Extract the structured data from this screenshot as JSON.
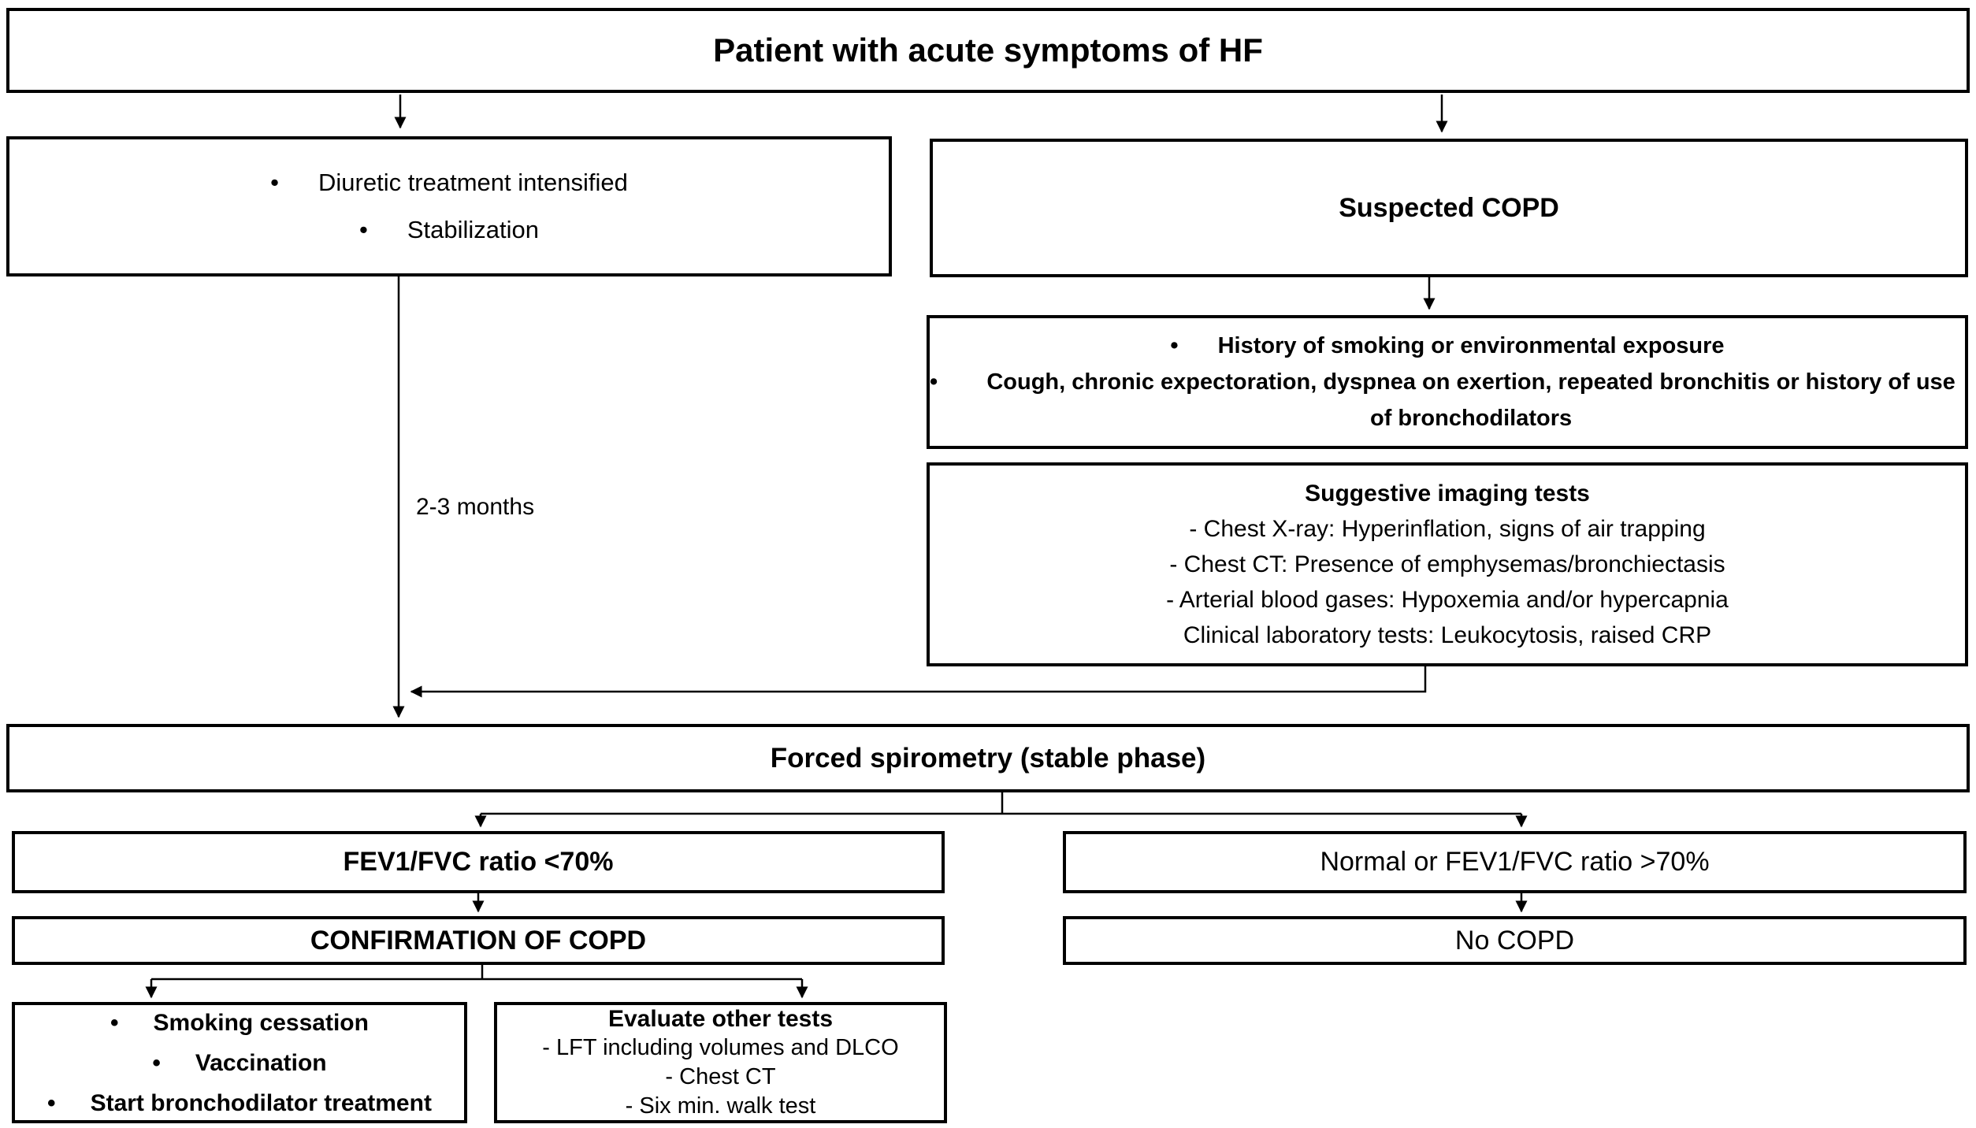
{
  "root_box": {
    "label": "Patient with acute symptoms of HF"
  },
  "hf_branch": {
    "treatment_box": {
      "items": [
        "Diuretic treatment intensified",
        "Stabilization"
      ]
    },
    "duration_label": "2-3 months"
  },
  "copd_branch": {
    "suspected_box": {
      "label": "Suspected COPD"
    },
    "history_box": {
      "items": [
        "History of smoking or environmental exposure",
        "Cough, chronic expectoration, dyspnea on exertion, repeated bronchitis or history of use of bronchodilators"
      ]
    },
    "imaging_box": {
      "title": "Suggestive imaging tests",
      "lines": [
        "- Chest X-ray: Hyperinflation, signs of air trapping",
        "- Chest CT: Presence of emphysemas/bronchiectasis",
        "- Arterial blood gases: Hypoxemia and/or hypercapnia",
        "Clinical laboratory tests: Leukocytosis, raised CRP"
      ]
    }
  },
  "spirometry_box": {
    "label": "Forced spirometry (stable phase)"
  },
  "obstructive_path": {
    "criteria_box": {
      "label": "FEV1/FVC ratio <70%"
    },
    "result_box": {
      "label": "CONFIRMATION OF COPD"
    },
    "management_box": {
      "items": [
        "Smoking cessation",
        "Vaccination",
        "Start bronchodilator treatment"
      ]
    },
    "evaluate_box": {
      "title": "Evaluate other tests",
      "lines": [
        "- LFT including volumes and DLCO",
        "- Chest CT",
        "- Six min. walk test"
      ]
    }
  },
  "normal_path": {
    "criteria_box": {
      "label": "Normal or FEV1/FVC ratio >70%"
    },
    "result_box": {
      "label": "No COPD"
    }
  },
  "colors": {
    "line": "#000000",
    "background": "#ffffff"
  }
}
